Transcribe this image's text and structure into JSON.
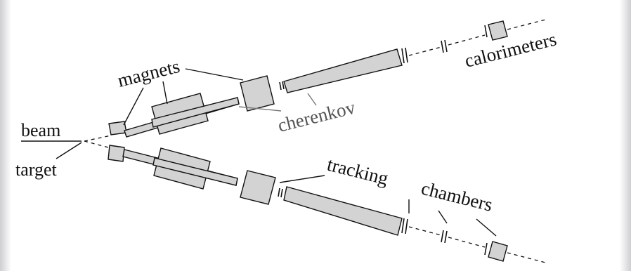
{
  "labels": {
    "beam": "beam",
    "target": "target",
    "magnets": "magnets",
    "cherenkov": "cherenkov",
    "tracking_chambers_1": "tracking",
    "tracking_chambers_2": "chambers",
    "calorimeters": "calorimeters"
  },
  "colors": {
    "component_fill": "#d3d3d3",
    "outline": "#111111",
    "cherenkov_label": "#555555"
  }
}
